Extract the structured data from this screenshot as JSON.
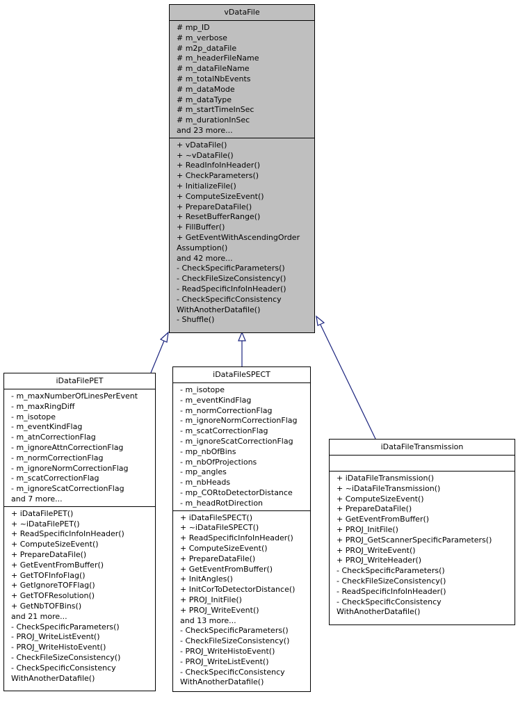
{
  "base": {
    "name": "vDataFile",
    "attributes": [
      "# mp_ID",
      "# m_verbose",
      "# m2p_dataFile",
      "# m_headerFileName",
      "# m_dataFileName",
      "# m_totalNbEvents",
      "# m_dataMode",
      "# m_dataType",
      "# m_startTimeInSec",
      "# m_durationInSec",
      "and 23 more..."
    ],
    "methods": [
      "+ vDataFile()",
      "+ ~vDataFile()",
      "+ ReadInfoInHeader()",
      "+ CheckParameters()",
      "+ InitializeFile()",
      "+ ComputeSizeEvent()",
      "+ PrepareDataFile()",
      "+ ResetBufferRange()",
      "+ FillBuffer()",
      "+ GetEventWithAscendingOrder",
      "Assumption()",
      "and 42 more...",
      "- CheckSpecificParameters()",
      "- CheckFileSizeConsistency()",
      "- ReadSpecificInfoInHeader()",
      "- CheckSpecificConsistency",
      "WithAnotherDatafile()",
      "- Shuffle()"
    ]
  },
  "pet": {
    "name": "iDataFilePET",
    "attributes": [
      "- m_maxNumberOfLinesPerEvent",
      "- m_maxRingDiff",
      "- m_isotope",
      "- m_eventKindFlag",
      "- m_atnCorrectionFlag",
      "- m_ignoreAttnCorrectionFlag",
      "- m_normCorrectionFlag",
      "- m_ignoreNormCorrectionFlag",
      "- m_scatCorrectionFlag",
      "- m_ignoreScatCorrectionFlag",
      "and 7 more..."
    ],
    "methods": [
      "+ iDataFilePET()",
      "+ ~iDataFilePET()",
      "+ ReadSpecificInfoInHeader()",
      "+ ComputeSizeEvent()",
      "+ PrepareDataFile()",
      "+ GetEventFromBuffer()",
      "+ GetTOFInfoFlag()",
      "+ GetIgnoreTOFFlag()",
      "+ GetTOFResolution()",
      "+ GetNbTOFBins()",
      "and 21 more...",
      "- CheckSpecificParameters()",
      "- PROJ_WriteListEvent()",
      "- PROJ_WriteHistoEvent()",
      "- CheckFileSizeConsistency()",
      "- CheckSpecificConsistency",
      "WithAnotherDatafile()"
    ]
  },
  "spect": {
    "name": "iDataFileSPECT",
    "attributes": [
      "- m_isotope",
      "- m_eventKindFlag",
      "- m_normCorrectionFlag",
      "- m_ignoreNormCorrectionFlag",
      "- m_scatCorrectionFlag",
      "- m_ignoreScatCorrectionFlag",
      "- mp_nbOfBins",
      "- m_nbOfProjections",
      "- mp_angles",
      "- m_nbHeads",
      "- mp_CORtoDetectorDistance",
      "- m_headRotDirection"
    ],
    "methods": [
      "+ iDataFileSPECT()",
      "+ ~iDataFileSPECT()",
      "+ ReadSpecificInfoInHeader()",
      "+ ComputeSizeEvent()",
      "+ PrepareDataFile()",
      "+ GetEventFromBuffer()",
      "+ InitAngles()",
      "+ InitCorToDetectorDistance()",
      "+ PROJ_InitFile()",
      "+ PROJ_WriteEvent()",
      "and 13 more...",
      "- CheckSpecificParameters()",
      "- CheckFileSizeConsistency()",
      "- PROJ_WriteHistoEvent()",
      "- PROJ_WriteListEvent()",
      "- CheckSpecificConsistency",
      "WithAnotherDatafile()"
    ]
  },
  "transmission": {
    "name": "iDataFileTransmission",
    "attributes": [],
    "methods": [
      "+ iDataFileTransmission()",
      "+ ~iDataFileTransmission()",
      "+ ComputeSizeEvent()",
      "+ PrepareDataFile()",
      "+ GetEventFromBuffer()",
      "+ PROJ_InitFile()",
      "+ PROJ_GetScannerSpecificParameters()",
      "+ PROJ_WriteEvent()",
      "+ PROJ_WriteHeader()",
      "- CheckSpecificParameters()",
      "- CheckFileSizeConsistency()",
      "- ReadSpecificInfoInHeader()",
      "- CheckSpecificConsistency",
      "WithAnotherDatafile()"
    ]
  }
}
